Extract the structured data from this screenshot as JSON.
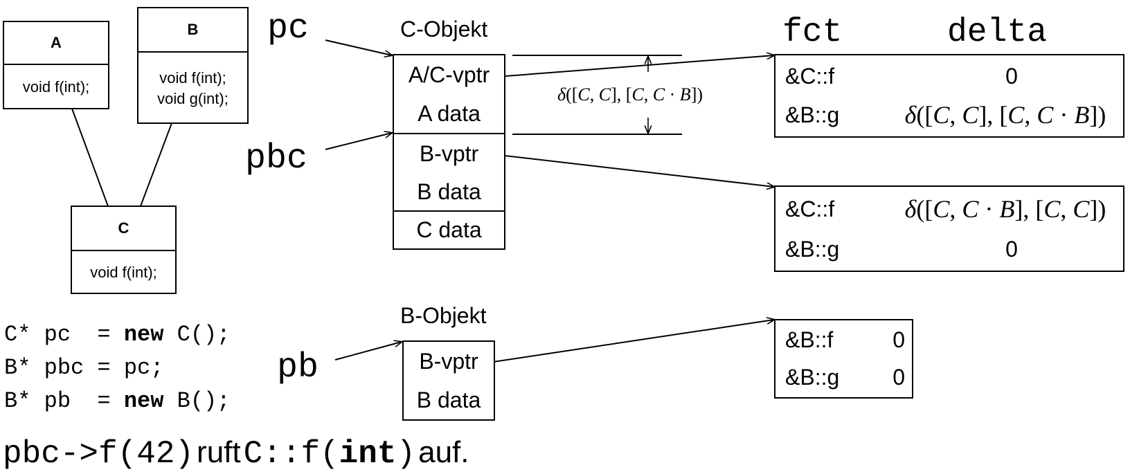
{
  "classes": {
    "a": {
      "name": "A",
      "methods": [
        "void f(int);"
      ]
    },
    "b": {
      "name": "B",
      "methods": [
        "void f(int);",
        "void g(int);"
      ]
    },
    "c": {
      "name": "C",
      "methods": [
        "void f(int);"
      ]
    }
  },
  "pointers": {
    "pc": "pc",
    "pbc": "pbc",
    "pb": "pb"
  },
  "c_object": {
    "title": "C-Objekt",
    "rows": [
      "A/C-vptr",
      "A data",
      "B-vptr",
      "B data",
      "C data"
    ]
  },
  "b_object": {
    "title": "B-Objekt",
    "rows": [
      "B-vptr",
      "B data"
    ]
  },
  "offset_label": {
    "delta": "δ",
    "c1": "C",
    "c2": "C",
    "c3": "C",
    "dot": "·",
    "b": "B"
  },
  "vtable_headers": {
    "fct": "fct",
    "delta": "delta"
  },
  "vtable1": {
    "rows": [
      {
        "fct": "&C::f",
        "delta": "0"
      },
      {
        "fct": "&B::g",
        "delta": "δ([C, C], [C, C · B])"
      }
    ]
  },
  "vtable2": {
    "rows": [
      {
        "fct": "&C::f",
        "delta": "δ([C, C · B], [C, C])"
      },
      {
        "fct": "&B::g",
        "delta": "0"
      }
    ]
  },
  "vtable3": {
    "rows": [
      {
        "fct": "&B::f",
        "delta": "0"
      },
      {
        "fct": "&B::g",
        "delta": "0"
      }
    ]
  },
  "code": {
    "line1": {
      "pre": "C* pc  = ",
      "kw": "new",
      "post": " C();"
    },
    "line2": {
      "pre": "B* pbc = pc;"
    },
    "line3": {
      "pre": "B* pb  = ",
      "kw": "new",
      "post": " B();"
    }
  },
  "statement": {
    "call": "pbc->f(42)",
    "verb": "ruft",
    "target_pre": "C::f(",
    "target_kw": "int",
    "target_post": ")",
    "end": "auf."
  }
}
